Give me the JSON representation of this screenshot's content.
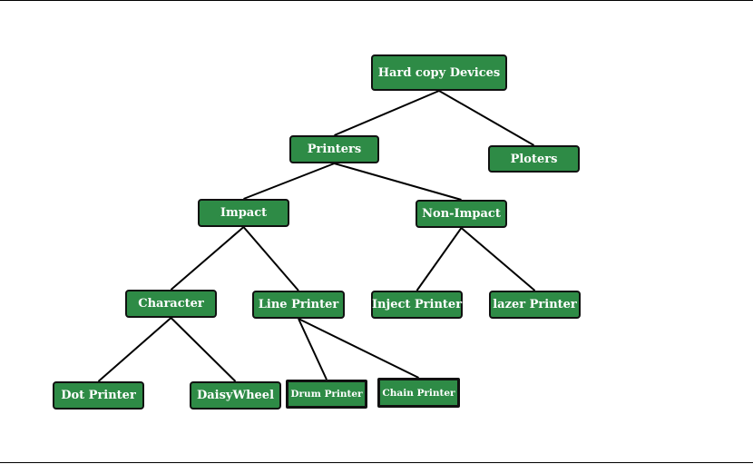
{
  "diagram": {
    "nodes": {
      "hard_copy_devices": "Hard copy Devices",
      "printers": "Printers",
      "ploters": "Ploters",
      "impact": "Impact",
      "non_impact": "Non-Impact",
      "character": "Character",
      "line_printer": "Line Printer",
      "inject_printer": "Inject Printer",
      "lazer_printer": "lazer Printer",
      "dot_printer": "Dot Printer",
      "daisywheel": "DaisyWheel",
      "drum_printer": "Drum Printer",
      "chain_printer": "Chain Printer"
    },
    "edges": [
      [
        "hard_copy_devices",
        "printers"
      ],
      [
        "hard_copy_devices",
        "ploters"
      ],
      [
        "printers",
        "impact"
      ],
      [
        "printers",
        "non_impact"
      ],
      [
        "impact",
        "character"
      ],
      [
        "impact",
        "line_printer"
      ],
      [
        "non_impact",
        "inject_printer"
      ],
      [
        "non_impact",
        "lazer_printer"
      ],
      [
        "character",
        "dot_printer"
      ],
      [
        "character",
        "daisywheel"
      ],
      [
        "line_printer",
        "drum_printer"
      ],
      [
        "line_printer",
        "chain_printer"
      ]
    ],
    "colors": {
      "node_fill": "#2e8b46",
      "node_text": "#ffffff",
      "border": "#111111"
    }
  }
}
